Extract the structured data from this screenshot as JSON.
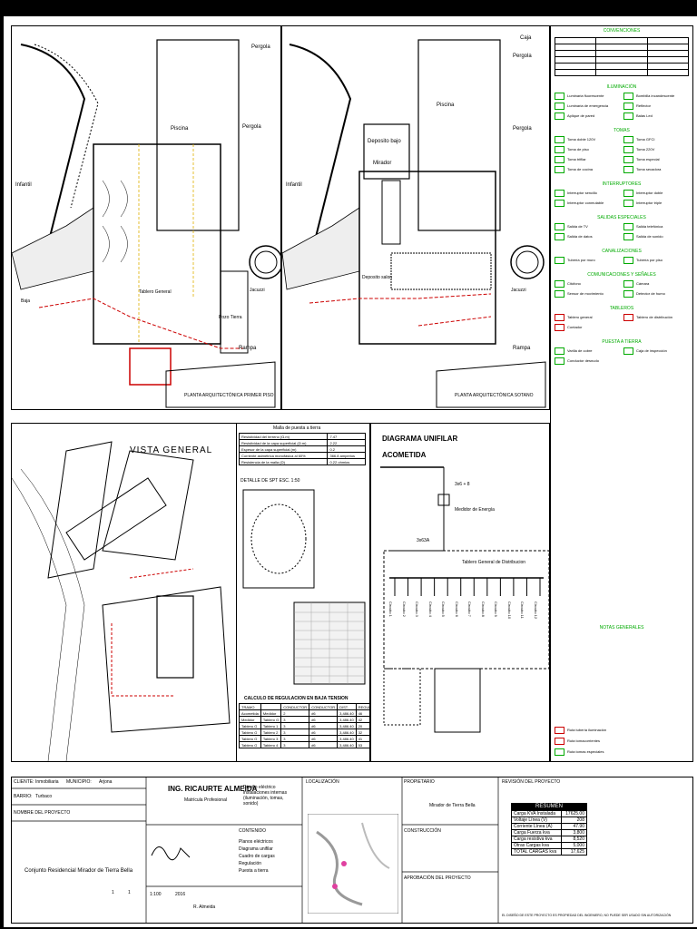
{
  "plans": {
    "left": {
      "title": "PLANTA ARQUITECTÓNICA PRIMER PISO",
      "labels": [
        "Pergola",
        "Pergola",
        "Piscina",
        "Infantil",
        "Jacuzzi",
        "Rampa",
        "Pozo Tierra",
        "Baja",
        "Tablero General"
      ]
    },
    "right": {
      "title": "PLANTA ARQUITECTÓNICA SOTANO",
      "labels": [
        "Caja",
        "Pergola",
        "Pergola",
        "Piscina",
        "Infantil",
        "Deposito bajo",
        "Mirador",
        "Jacuzzi",
        "Rampa",
        "Deposito salon"
      ]
    }
  },
  "vista": {
    "title": "VISTA GENERAL",
    "malla_title": "Malla de puesta a tierra",
    "malla_rows": [
      [
        "Resistividad del terreno (Ω.m)",
        "7.47"
      ],
      [
        "Resistividad de la capa superficial (Ω.m)",
        "2.22"
      ],
      [
        "Espesor de la capa superficial (m)",
        "0.2"
      ],
      [
        "Corriente asimétrica monofásica al 60%",
        "366.8 amperios"
      ],
      [
        "Resistencia de la malla (Ω)",
        "0.22 ohmios"
      ]
    ],
    "detalle": "DETALLE DE SPT ESC. 1:50",
    "reg_title": "CALCULO DE REGULACION EN BAJA TENSION",
    "reg_headers": [
      "TRAMO",
      "",
      "CONDUCTOR",
      "CONDUCTOR",
      "DIST.",
      "REGULACION (%)"
    ],
    "reg_rows": [
      [
        "Acometida",
        "Medidor",
        "2",
        "#6",
        "3,486.40",
        "46"
      ],
      [
        "Medidor",
        "Tablero G",
        "3",
        "#6",
        "3,486.40",
        "42"
      ],
      [
        "Tablero G",
        "Tablero 1",
        "3",
        "#6",
        "3,486.40",
        "20"
      ],
      [
        "Tablero G",
        "Tablero 2",
        "3",
        "#6",
        "3,486.40",
        "32"
      ],
      [
        "Tablero G",
        "Tablero 3",
        "3",
        "#6",
        "3,486.40",
        "41"
      ],
      [
        "Tablero G",
        "Tablero 4",
        "3",
        "#6",
        "3,486.40",
        "53"
      ]
    ]
  },
  "unifilar": {
    "title": "DIAGRAMA UNIFILAR",
    "subtitle": "ACOMETIDA",
    "cable": "3x6 + 8",
    "medidor": "Medidor de Energía",
    "breaker": "3x63A",
    "tablero": "Tablero General de Distribucion",
    "circuits": [
      "Circuito 1",
      "Circuito 2",
      "Circuito 3",
      "Circuito 4",
      "Circuito 5",
      "Circuito 6",
      "Circuito 7",
      "Circuito 8",
      "Circuito 9",
      "Circuito 10",
      "Circuito 11",
      "Circuito 12"
    ]
  },
  "convenciones": {
    "title": "CONVENCIONES",
    "groups": [
      {
        "name": "ILUMINACIÓN",
        "items": [
          "Luminaria fluorescente",
          "Bombilla incandescente",
          "Luminaria de emergencia",
          "Reflector",
          "Aplique de pared",
          "Balas Led"
        ]
      },
      {
        "name": "TOMAS",
        "items": [
          "Toma doble 120V",
          "Toma GFCI",
          "Toma de piso",
          "Toma 220V",
          "Toma trifilar",
          "Toma especial",
          "Toma de cocina",
          "Toma secadora"
        ]
      },
      {
        "name": "INTERRUPTORES",
        "items": [
          "Interruptor sencillo",
          "Interruptor doble",
          "Interruptor conmutable",
          "Interruptor triple"
        ]
      },
      {
        "name": "SALIDAS ESPECIALES",
        "items": [
          "Salida de TV",
          "Salida telefónica",
          "Salida de datos",
          "Salida de sonido"
        ]
      },
      {
        "name": "CANALIZACIONES",
        "items": [
          "Tubería por muro",
          "Tubería por piso"
        ]
      },
      {
        "name": "COMUNICACIONES Y SEÑALES",
        "items": [
          "Citófono",
          "Cámara",
          "Sensor de movimiento",
          "Detector de humo"
        ]
      },
      {
        "name": "TABLEROS",
        "items": [
          "Tablero general",
          "Tablero de distribución",
          "Contador"
        ]
      },
      {
        "name": "PUESTA A TIERRA",
        "items": [
          "Varilla de cobre",
          "Caja de inspección",
          "Conductor desnudo"
        ]
      }
    ],
    "notes_title": "NOTAS GENERALES",
    "notes": [
      "Ruta tubería iluminación",
      "Ruta tomacorrientes",
      "Ruta tomas especiales"
    ]
  },
  "cartouche": {
    "propietario_label": "CLIENTE:",
    "propietario": "Inmobiliaria",
    "municipio_label": "MUNICIPIO:",
    "municipio": "Arjona",
    "barrio_label": "BARRIO:",
    "barrio": "Turbaco",
    "proyecto_label": "NOMBRE DEL PROYECTO",
    "proyecto": "Conjunto Residencial Mirador de Tierra Bella",
    "ingeniero": "ING. RICAURTE ALMEIDA",
    "matricula": "Matrícula Profesional",
    "contenido_label": "CONTENIDO",
    "contenido": [
      "Planos eléctricos",
      "Diagrama unifilar",
      "Cuadro de cargas",
      "Regulación",
      "Puesta a tierra"
    ],
    "diseno": "Diseño eléctrico instalaciones internas (iluminación, tomas, sonido)",
    "localizacion": "LOCALIZACIÓN",
    "propietario2_label": "PROPIETARIO",
    "propietario2": "Mirador de Tierra Bella",
    "construccion_label": "CONSTRUCCIÓN",
    "interventoria_label": "APROBACIÓN DEL PROYECTO",
    "revision_label": "REVISIÓN DEL PROYECTO",
    "plano": "1",
    "de": "1",
    "escala": "1:100",
    "fecha": "2016",
    "dibujo": "R. Almeida",
    "footer": "EL DISEÑO DE ESTE PROYECTO ES PROPIEDAD DEL INGENIERO, NO PUEDE SER USADO SIN AUTORIZACIÓN"
  },
  "resumen": {
    "title": "RESUMEN",
    "rows": [
      [
        "Carga KVA Instalada",
        "17625.00"
      ],
      [
        "Voltaje Línea (V)",
        "208"
      ],
      [
        "Corriente Línea (A)",
        "47.90"
      ],
      [
        "Carga Fuerza kva",
        "3,800"
      ],
      [
        "Carga resistiva kva",
        "8,520"
      ],
      [
        "Otras Cargas kva",
        "5,000"
      ],
      [
        "TOTAL CARGAS kva",
        "17,625"
      ]
    ]
  }
}
